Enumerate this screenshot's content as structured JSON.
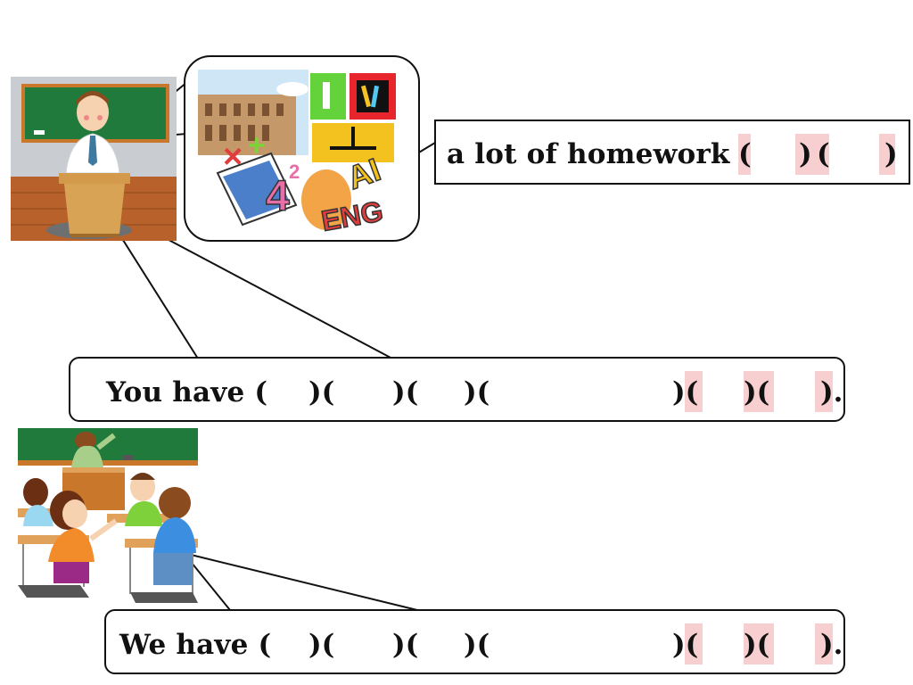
{
  "homework_label": {
    "text": "a lot of homework",
    "parens": [
      "(",
      ")",
      "(",
      ")"
    ]
  },
  "teacher_sentence": {
    "prefix": "You have (",
    "segments": [
      ")(",
      ")(",
      ")(",
      ")(",
      ")(",
      ")."
    ]
  },
  "students_sentence": {
    "prefix": "We have (",
    "segments": [
      ")(",
      ")(",
      ")(",
      ")(",
      ")(",
      ")."
    ]
  },
  "colors": {
    "highlight": "#f8cfd0",
    "chalkboard": "#1f7a3c",
    "outline": "#111111"
  },
  "icons": [
    "teacher-at-podium-illustration",
    "school-subjects-collage",
    "students-in-classroom-illustration"
  ]
}
